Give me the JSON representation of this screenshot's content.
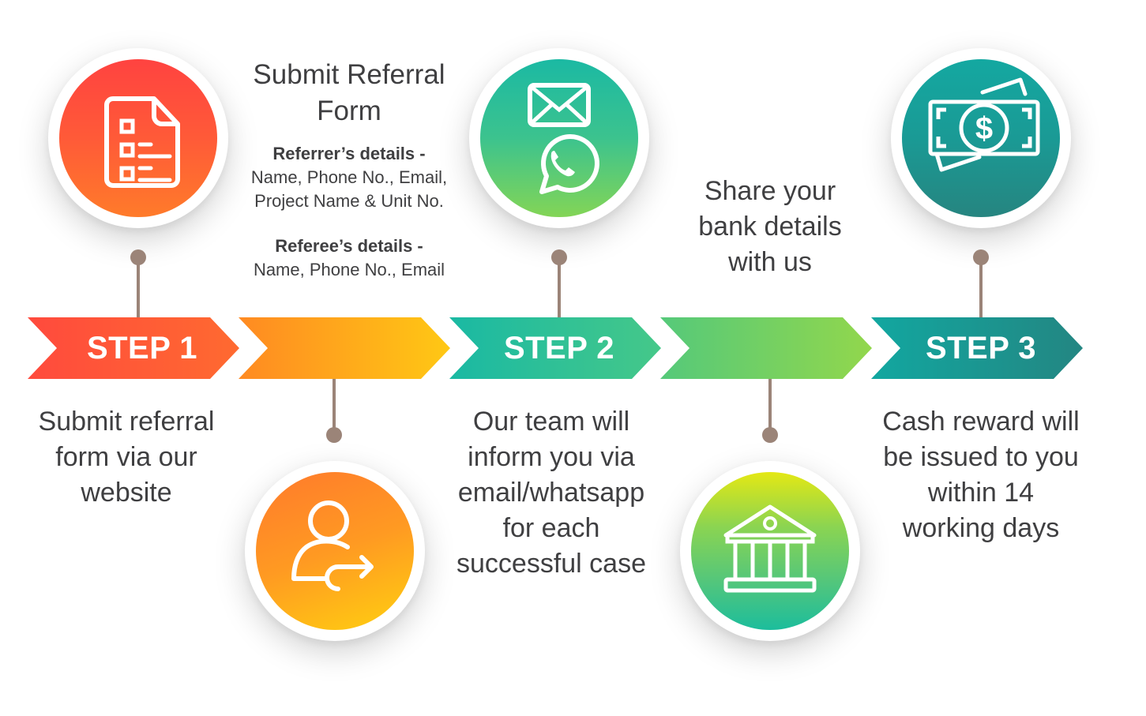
{
  "header": {
    "title": "Submit Referral Form",
    "referrer_heading": "Referrer’s details -",
    "referrer_line1": "Name, Phone No., Email,",
    "referrer_line2": "Project Name & Unit No.",
    "referee_heading": "Referee’s details -",
    "referee_line1": "Name, Phone No., Email"
  },
  "steps": [
    {
      "label": "STEP 1",
      "color_start": "#ff4a3d",
      "color_end": "#ff6a30"
    },
    {
      "label": "",
      "color_start": "#ff8a22",
      "color_end": "#ffc814"
    },
    {
      "label": "STEP 2",
      "color_start": "#1ab9a3",
      "color_end": "#45c889"
    },
    {
      "label": "",
      "color_start": "#55c97a",
      "color_end": "#92d74c"
    },
    {
      "label": "STEP 3",
      "color_start": "#12a7a0",
      "color_end": "#238682"
    }
  ],
  "descriptions": {
    "step1": [
      "Submit referral",
      "form via our",
      "website"
    ],
    "step2": [
      "Our team will",
      "inform you via",
      "email/whatsapp",
      "for each",
      "successful case"
    ],
    "bank": [
      "Share your",
      "bank details",
      "with us"
    ],
    "step3": [
      "Cash reward will",
      "be issued to you",
      "within 14",
      "working days"
    ]
  },
  "icons": {
    "form": "form-document-icon",
    "referral": "user-share-icon",
    "contact": "email-whatsapp-icon",
    "bank": "bank-icon",
    "cash": "cash-money-icon"
  },
  "colors": {
    "connector": "#9b8478",
    "text": "#3f3f41"
  }
}
